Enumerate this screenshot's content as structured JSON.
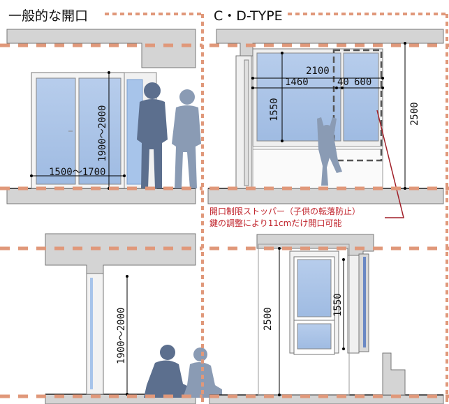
{
  "titles": {
    "standard": "一般的な開口",
    "cd_type": "C・D-TYPE"
  },
  "dimensions": {
    "tl_height": "1900～2000",
    "tl_width": "1500～1700",
    "tr_total_width": "2100",
    "tr_left_width": "1460",
    "tr_gap": "40",
    "tr_right_width": "600",
    "tr_window_height": "1550",
    "tr_ceiling_height": "2500",
    "bl_height": "1900～2000",
    "br_ceiling_height": "2500",
    "br_window_height": "1550"
  },
  "note": {
    "line1": "開口制限ストッパー（子供の転落防止）",
    "line2": "鍵の調整により11cmだけ開口可能"
  },
  "colors": {
    "divider": "#e0987a",
    "note": "#c0222a",
    "glass": "#a9c3e6",
    "silhouette": "#5c6f8e",
    "wall": "#d4d4d4"
  }
}
